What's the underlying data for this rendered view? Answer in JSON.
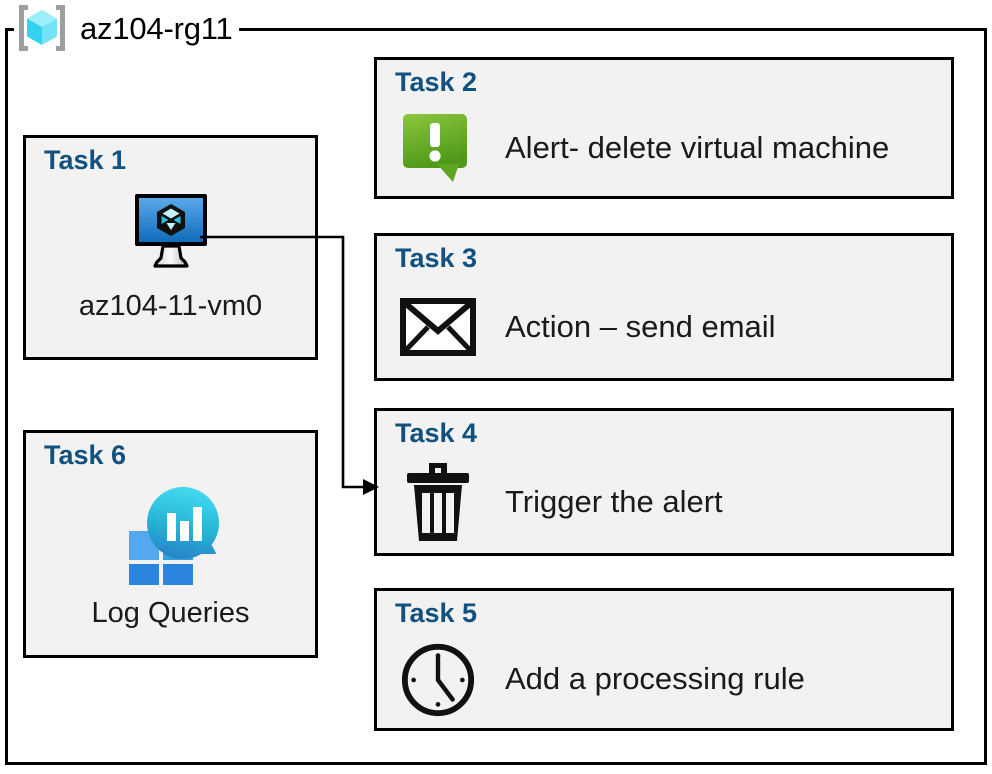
{
  "resource_group": {
    "name": "az104-rg11",
    "icon": "resource-group-cube-icon"
  },
  "tasks": {
    "task1": {
      "title": "Task 1",
      "label": "az104-11-vm0",
      "icon": "virtual-machine-icon"
    },
    "task2": {
      "title": "Task 2",
      "label": "Alert- delete virtual machine",
      "icon": "alert-exclamation-icon"
    },
    "task3": {
      "title": "Task 3",
      "label": "Action – send email",
      "icon": "email-envelope-icon"
    },
    "task4": {
      "title": "Task 4",
      "label": "Trigger the alert",
      "icon": "trash-can-icon"
    },
    "task5": {
      "title": "Task 5",
      "label": "Add a processing rule",
      "icon": "clock-icon"
    },
    "task6": {
      "title": "Task 6",
      "label": "Log Queries",
      "icon": "log-analytics-icon"
    }
  },
  "colors": {
    "box_fill": "#F2F2F2",
    "box_border": "#000000",
    "task_title": "#12507E",
    "alert_green": "#76BC21",
    "vm_blue": "#2E8BD8",
    "log_teal": "#32C8E0",
    "log_blue": "#2C8FE0",
    "rg_cube_cyan": "#53E0F5"
  },
  "connector": {
    "from": "virtual-machine-icon",
    "to": "task4-box",
    "arrow": "arrow-right"
  }
}
